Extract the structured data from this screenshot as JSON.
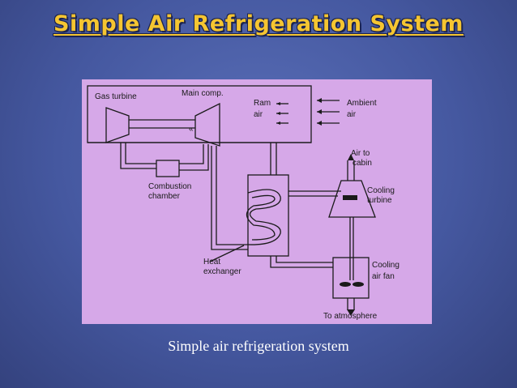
{
  "slide": {
    "title": "Simple Air Refrigeration System",
    "caption": "Simple air refrigeration system"
  },
  "diagram": {
    "labels": {
      "gas_turbine": "Gas turbine",
      "main_comp": "Main comp.",
      "ram_air_1": "Ram",
      "ram_air_2": "air",
      "ambient_air_1": "Ambient",
      "ambient_air_2": "air",
      "air_to_cabin_1": "Air to",
      "air_to_cabin_2": "cabin",
      "combustion_chamber_1": "Combustion",
      "combustion_chamber_2": "chamber",
      "cooling_turbine_1": "Cooling",
      "cooling_turbine_2": "turbine",
      "heat_exchanger_1": "Heat",
      "heat_exchanger_2": "exchanger",
      "cooling_air_fan_1": "Cooling",
      "cooling_air_fan_2": "air fan",
      "to_atmosphere": "To atmosphere"
    }
  }
}
